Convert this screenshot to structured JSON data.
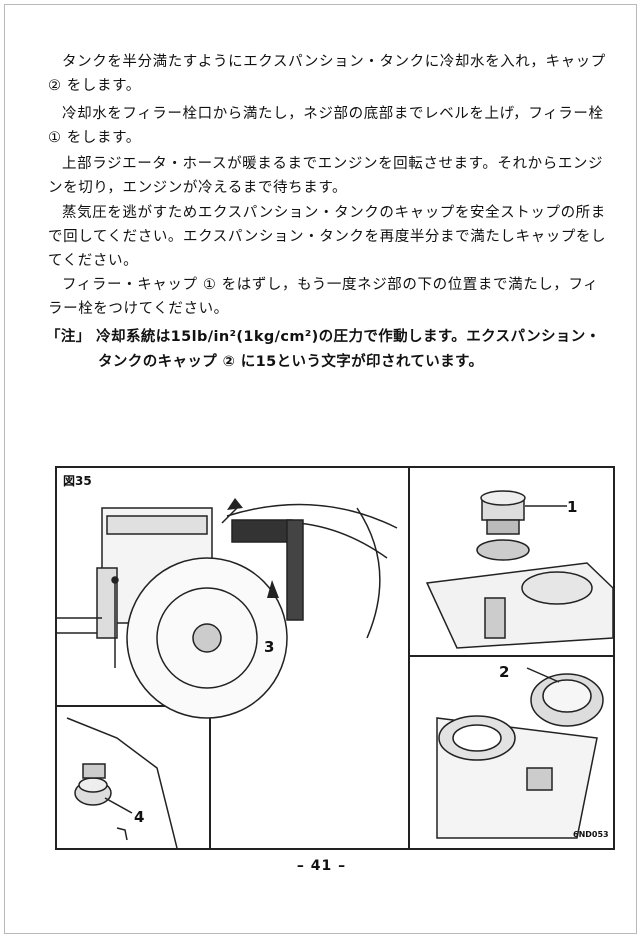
{
  "paragraphs": [
    "タンクを半分満たすようにエクスパンション・タンクに冷却水を入れ，キャップ ② をします。",
    "冷却水をフィラー栓口から満たし，ネジ部の底部までレベルを上げ，フィラー栓 ① をします。",
    "上部ラジエータ・ホースが暖まるまでエンジンを回転させます。それからエンジンを切り，エンジンが冷えるまで待ちます。",
    "蒸気圧を逃がすためエクスパンション・タンクのキャップを安全ストップの所まで回してください。エクスパンション・タンクを再度半分まで満たしキャップをしてください。",
    "フィラー・キャップ ① をはずし，もう一度ネジ部の下の位置まで満たし，フィラー栓をつけてください。"
  ],
  "note": {
    "label": "「注」",
    "line1": "冷却系統は15lb/in²(1kg/cm²)の圧力で作動します。エクスパンション・",
    "line2": "タンクのキャップ ② に15という文字が印されています。"
  },
  "figure": {
    "label": "図35",
    "callouts": {
      "c1": "1",
      "c2": "2",
      "c3": "3",
      "c4": "4"
    },
    "code": "6ND053"
  },
  "page_number": "– 41 –"
}
